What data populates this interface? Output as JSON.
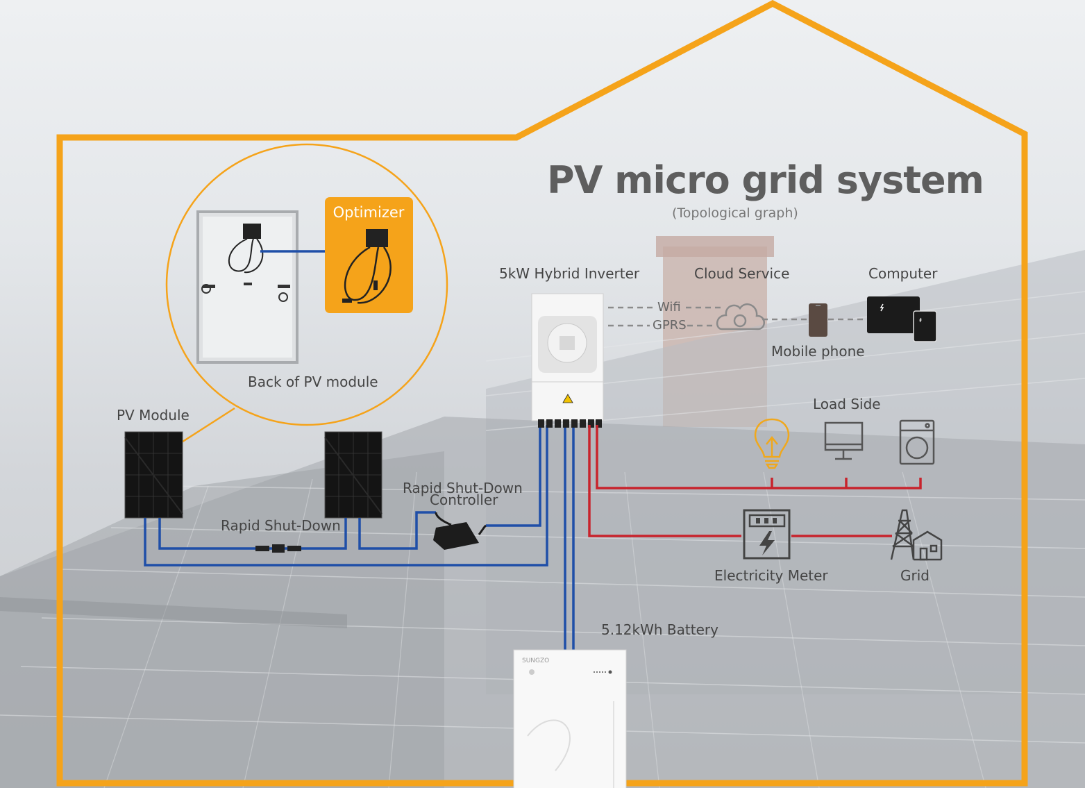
{
  "title": "PV micro grid system",
  "subtitle": "(Topological graph)",
  "labels": {
    "optimizer": "Optimizer",
    "back_of_pv_module": "Back of PV module",
    "pv_module": "PV Module",
    "rapid_shutdown": "Rapid Shut-Down",
    "rapid_shutdown_controller_line1": "Rapid Shut-Down",
    "rapid_shutdown_controller_line2": "Controller",
    "hybrid_inverter": "5kW Hybrid Inverter",
    "cloud_service": "Cloud Service",
    "computer": "Computer",
    "wifi": "Wifi",
    "gprs": "GPRS",
    "mobile_phone": "Mobile phone",
    "load_side": "Load Side",
    "electricity_meter": "Electricity Meter",
    "grid": "Grid",
    "battery": "5.12kWh Battery"
  },
  "icons": [
    "solar-panel-icon",
    "optimizer-icon",
    "rapid-shutdown-connector-icon",
    "rapid-shutdown-controller-icon",
    "hybrid-inverter-icon",
    "warning-icon",
    "cloud-icon",
    "mobile-phone-icon",
    "computer-icon",
    "tablet-icon",
    "light-bulb-icon",
    "monitor-icon",
    "washing-machine-icon",
    "electricity-meter-icon",
    "power-tower-icon",
    "battery-icon"
  ],
  "colors": {
    "house_outline": "#f5a31a",
    "optimizer_box": "#f5a31a",
    "dc_wire": "#1f4fa8",
    "ac_wire": "#c8232c",
    "text": "#444444"
  }
}
